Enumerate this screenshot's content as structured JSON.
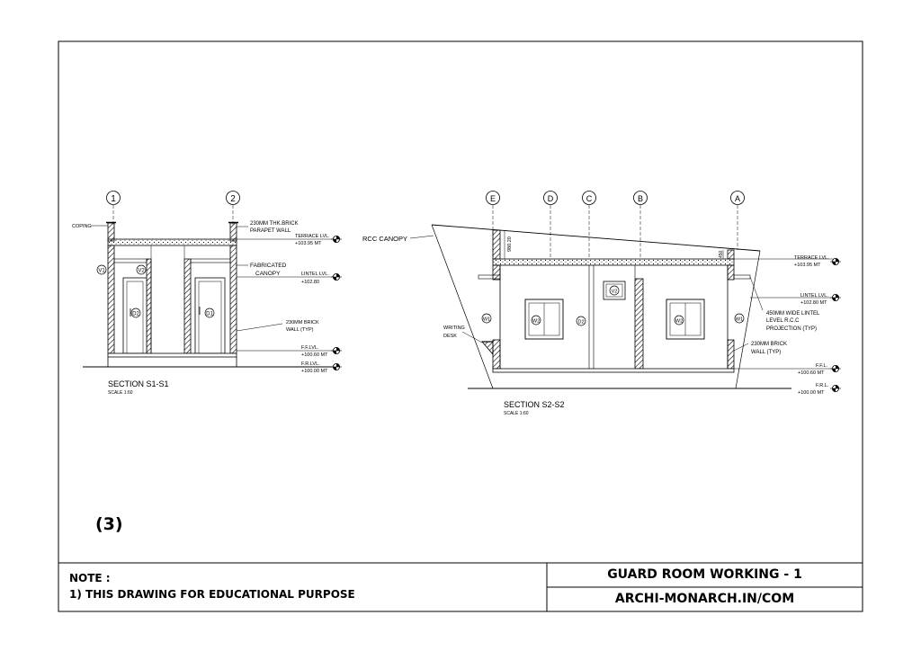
{
  "section_s1": {
    "title": "SECTION S1-S1",
    "scale": "SCALE 1:60",
    "grid_labels": [
      "1",
      "2"
    ],
    "notes": {
      "coping": "COPING",
      "parapet_1": "230MM THK.BRICK",
      "parapet_2": "PARAPET WALL",
      "canopy_1": "FABRICATED",
      "canopy_2": "CANOPY",
      "wall_1": "230MM BRICK",
      "wall_2": "WALL (TYP)"
    },
    "levels": [
      {
        "name": "TERRACE LVL.",
        "value": "+103.95 MT"
      },
      {
        "name": "LINTEL LVL.",
        "value": "+102.80"
      },
      {
        "name": "F.F.LVL.",
        "value": "+100.60 MT"
      },
      {
        "name": "F.R.LVL.",
        "value": "+100.00 MT"
      }
    ],
    "tags": {
      "v1": "V1",
      "v2": "V2",
      "d1": "D1",
      "d2": "D2"
    }
  },
  "section_s2": {
    "title": "SECTION S2-S2",
    "scale": "SCALE 1:60",
    "grid_labels": [
      "E",
      "D",
      "C",
      "B",
      "A"
    ],
    "notes": {
      "rcc_canopy": "RCC CANOPY",
      "desk_1": "WRITING",
      "desk_2": "DESK",
      "dim_left": "980.20",
      "dim_right": "450",
      "lintel_1": "450MM WIDE LINTEL",
      "lintel_2": "LEVEL R.C.C",
      "lintel_3": "PROJECTION (TYP)",
      "wall_1": "230MM BRICK",
      "wall_2": "WALL (TYP)"
    },
    "levels": [
      {
        "name": "TERRACE LVL.",
        "value": "+103.95 MT"
      },
      {
        "name": "LINTEL LVL.",
        "value": "+102.80 MT"
      },
      {
        "name": "F.F.L.",
        "value": "+100.60 MT"
      },
      {
        "name": "F.R.L.",
        "value": "+100.00 MT"
      }
    ],
    "tags": {
      "w1": "W1",
      "w2": "W2",
      "d2": "D2",
      "v2": "V2"
    }
  },
  "sheet_number": "(3)",
  "footer": {
    "note_heading": "NOTE :",
    "note_line": "1) THIS DRAWING FOR EDUCATIONAL PURPOSE",
    "drawing_title": "GUARD ROOM WORKING - 1",
    "website": "ARCHI-MONARCH.IN/COM"
  }
}
